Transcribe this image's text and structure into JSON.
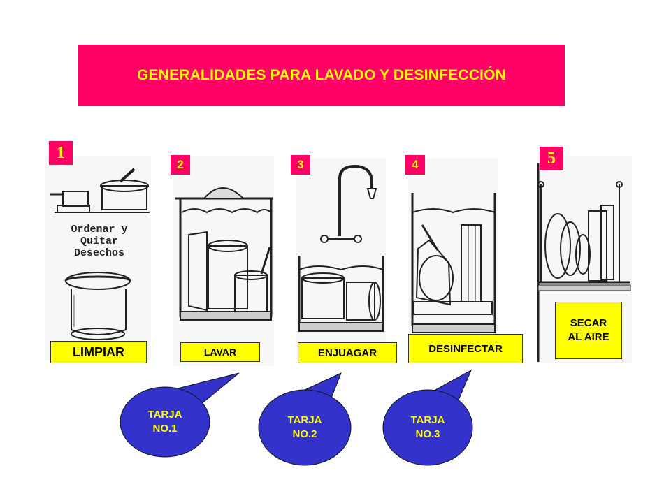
{
  "title": "GENERALIDADES PARA LAVADO Y DESINFECCIÓN",
  "steps": [
    {
      "number": "1",
      "label": "LIMPIAR",
      "panel_text": [
        "Ordenar y",
        "Quitar",
        "Desechos"
      ]
    },
    {
      "number": "2",
      "label": "LAVAR"
    },
    {
      "number": "3",
      "label": "ENJUAGAR"
    },
    {
      "number": "4",
      "label": "DESINFECTAR"
    },
    {
      "number": "5",
      "label_line1": "SECAR",
      "label_line2": "AL AIRE"
    }
  ],
  "callouts": [
    {
      "line1": "TARJA",
      "line2": "NO.1"
    },
    {
      "line1": "TARJA",
      "line2": "NO.2"
    },
    {
      "line1": "TARJA",
      "line2": "NO.3"
    }
  ],
  "colors": {
    "accent": "#ff0066",
    "label_bg": "#ffff00",
    "bubble": "#3333cc",
    "text_on_accent": "#ffff00"
  }
}
